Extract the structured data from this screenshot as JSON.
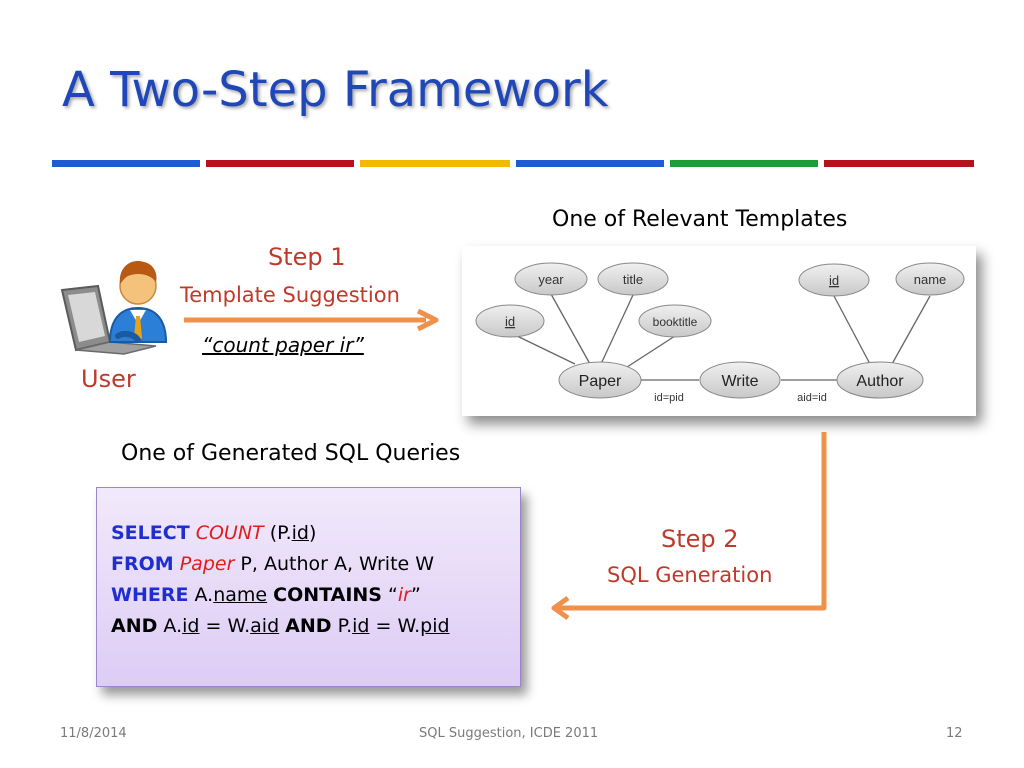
{
  "slide": {
    "title": "A Two-Step Framework",
    "rule_colors": [
      "#1e5bd7",
      "#b5121b",
      "#f5b800",
      "#1e5bd7",
      "#1a9e3a",
      "#b5121b"
    ]
  },
  "user": {
    "label": "User"
  },
  "step1": {
    "title": "Step 1",
    "subtitle": "Template Suggestion",
    "query": "“count paper ir”"
  },
  "template": {
    "heading": "One of Relevant Templates",
    "attributes": [
      "year",
      "title",
      "id",
      "booktitle",
      "id",
      "name"
    ],
    "entities": [
      "Paper",
      "Write",
      "Author"
    ],
    "joins": [
      "id=pid",
      "aid=id"
    ]
  },
  "generated": {
    "heading": "One of Generated SQL Queries"
  },
  "sql": {
    "l1_select": "SELECT",
    "l1_count": "COUNT",
    "l1_open": " (P.",
    "l1_id": "id",
    "l1_close": ")",
    "l2_from": "FROM",
    "l2_paper": "Paper",
    "l2_rest": " P, Author A, Write W",
    "l3_where": "WHERE",
    "l3_a": " A.",
    "l3_name": "name",
    "l3_contains": "CONTAINS",
    "l3_q1": " “",
    "l3_ir": "ir",
    "l3_q2": "”",
    "l4_and1": "AND",
    "l4_a": " A.",
    "l4_id1": "id",
    "l4_eq1": " = W.",
    "l4_aid": "aid",
    "l4_and2": "AND",
    "l4_p": " P.",
    "l4_id2": "id",
    "l4_eq2": " = W.",
    "l4_pid": "pid"
  },
  "step2": {
    "title": "Step 2",
    "subtitle": "SQL Generation"
  },
  "footer": {
    "date": "11/8/2014",
    "center": "SQL Suggestion, ICDE 2011",
    "page": "12"
  }
}
